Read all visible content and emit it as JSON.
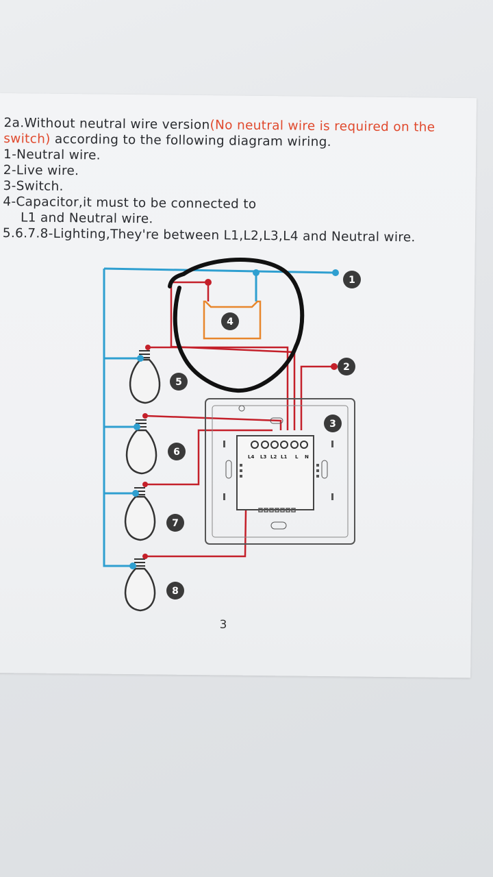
{
  "heading": {
    "prefix": "2a.Without neutral wire version",
    "red_note_line1": "(No neutral wire is required on the",
    "red_note_line2": "switch)",
    "suffix": " according to the following diagram wiring."
  },
  "legend_items": [
    "1-Neutral wire.",
    "2-Live wire.",
    "3-Switch.",
    "4-Capacitor,it must to be connected to",
    "L1 and Neutral wire.",
    "5.6.7.8-Lighting,They're between L1,L2,L3,L4 and Neutral wire."
  ],
  "diagram": {
    "badges": [
      "1",
      "2",
      "3",
      "4",
      "5",
      "6",
      "7",
      "8"
    ],
    "terminals": [
      "L4",
      "L3",
      "L2",
      "L1",
      "L",
      "N"
    ]
  },
  "page_number": "3",
  "colors": {
    "neutral_wire": "#2f9fd0",
    "live_wire": "#c4202a",
    "capacitor": "#e8862c",
    "annotation": "#111111",
    "accent_text": "#e04a2e"
  }
}
